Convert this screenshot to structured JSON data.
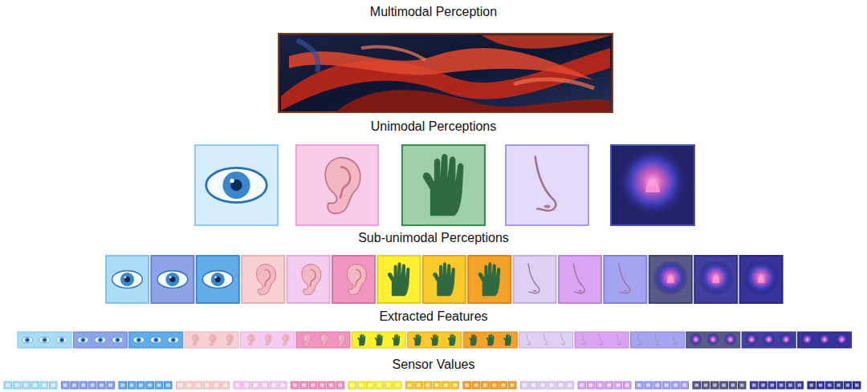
{
  "diagram": {
    "labels": [
      "Multimodal Perception",
      "Unimodal Perceptions",
      "Sub-unimodal Perceptions",
      "Extracted Features",
      "Sensor Values"
    ]
  }
}
